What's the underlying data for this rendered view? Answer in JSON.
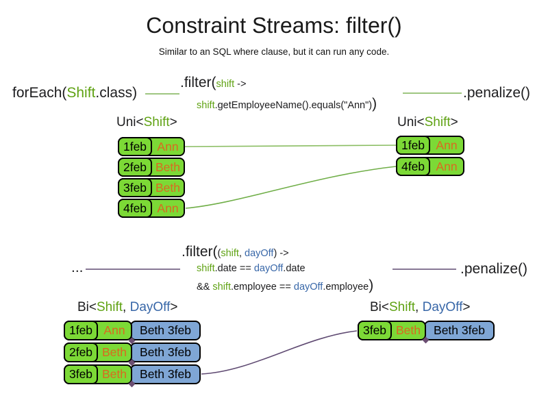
{
  "title": "Constraint Streams: filter()",
  "subtitle": "Similar to an SQL where clause, but it can run any code.",
  "colors": {
    "green_box": "#7cd936",
    "green_text": "#5fa213",
    "green_line": "#7fb457",
    "orange_text": "#d96a20",
    "blue_box": "#7fa6d5",
    "blue_text": "#3867a8",
    "purple_line": "#5f4a72",
    "text": "#1a1a1a"
  },
  "code1": {
    "foreach": {
      "pre": "forEach(",
      "cls": "Shift",
      "post": ".class)"
    },
    "filter": {
      "name": ".filter(",
      "param": "shift",
      "arrow": " ->"
    },
    "body": {
      "var": "shift",
      "rest": ".getEmployeeName().equals(\"Ann\")",
      "close": ")"
    },
    "penalize": ".penalize()"
  },
  "uni_left": {
    "label": {
      "pre": "Uni<",
      "type": "Shift",
      "post": ">"
    },
    "rows": [
      {
        "date": "1feb",
        "name": "Ann"
      },
      {
        "date": "2feb",
        "name": "Beth"
      },
      {
        "date": "3feb",
        "name": "Beth"
      },
      {
        "date": "4feb",
        "name": "Ann"
      }
    ]
  },
  "uni_right": {
    "label": {
      "pre": "Uni<",
      "type": "Shift",
      "post": ">"
    },
    "rows": [
      {
        "date": "1feb",
        "name": "Ann"
      },
      {
        "date": "4feb",
        "name": "Ann"
      }
    ]
  },
  "code2": {
    "dots": "...",
    "filter": {
      "name": ".filter(",
      "open": "(",
      "p1": "shift",
      "comma": ", ",
      "p2": "dayOff",
      "close": ")",
      "arrow": " ->"
    },
    "line2": {
      "v1": "shift",
      "m1": ".date == ",
      "v2": "dayOff",
      "m2": ".date"
    },
    "line3": {
      "amp": "&& ",
      "v1": "shift",
      "m1": ".employee == ",
      "v2": "dayOff",
      "m2": ".employee",
      "close": ")"
    },
    "penalize": ".penalize()"
  },
  "bi_left": {
    "label": {
      "pre": "Bi<",
      "t1": "Shift",
      "comma": ", ",
      "t2": "DayOff",
      "post": ">"
    },
    "rows": [
      {
        "date": "1feb",
        "name": "Ann",
        "dayoff": "Beth 3feb"
      },
      {
        "date": "2feb",
        "name": "Beth",
        "dayoff": "Beth 3feb"
      },
      {
        "date": "3feb",
        "name": "Beth",
        "dayoff": "Beth 3feb"
      }
    ]
  },
  "bi_right": {
    "label": {
      "pre": "Bi<",
      "t1": "Shift",
      "comma": ", ",
      "t2": "DayOff",
      "post": ">"
    },
    "rows": [
      {
        "date": "3feb",
        "name": "Beth",
        "dayoff": "Beth 3feb"
      }
    ]
  }
}
